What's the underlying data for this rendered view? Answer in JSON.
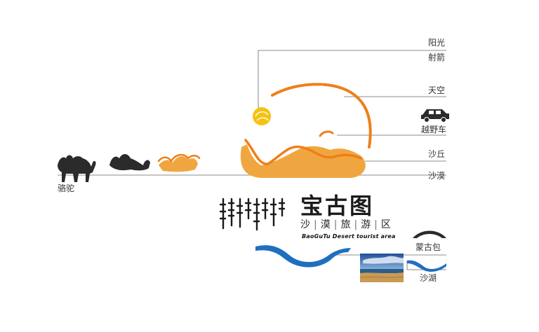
{
  "brand": {
    "name": "宝古图",
    "subtitle": [
      "沙",
      "漠",
      "旅",
      "游",
      "区"
    ],
    "english": "BaoGuTu Desert tourist area"
  },
  "labels": {
    "sun_arrow": "阳光\n射箭",
    "sun_line1": "阳光",
    "sun_line2": "射箭",
    "sky": "天空",
    "offroad": "越野车",
    "dune": "沙丘",
    "desert": "沙漠",
    "camel": "骆驼",
    "yurt": "蒙古包",
    "lake": "沙湖"
  },
  "icons": {
    "camel": "camel-icon",
    "jeep": "jeep-icon",
    "sun": "sun-icon",
    "yurt": "yurt-icon",
    "lake": "lake-icon",
    "photo": "lake-photo"
  },
  "colors": {
    "orange": "#EE7F1A",
    "sand": "#F0A640",
    "sun": "#F5C211",
    "blue": "#1F6FC0",
    "dark": "#2b2b2b",
    "line": "#555555"
  }
}
